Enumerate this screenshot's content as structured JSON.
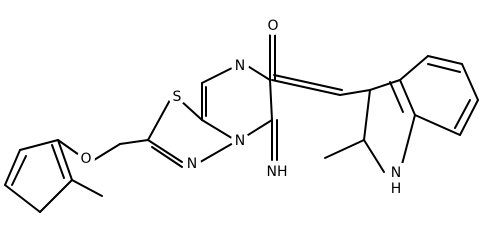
{
  "atoms": {
    "o_carbonyl": "O",
    "n_ring6": "N",
    "s_ring": "S",
    "n_bridge": "N",
    "n_azole": "N",
    "imine": "NH",
    "ether_o": "O",
    "indole_n": "N",
    "indole_h": "H"
  },
  "colors": {
    "ink": "#000000",
    "background": "#ffffff"
  }
}
